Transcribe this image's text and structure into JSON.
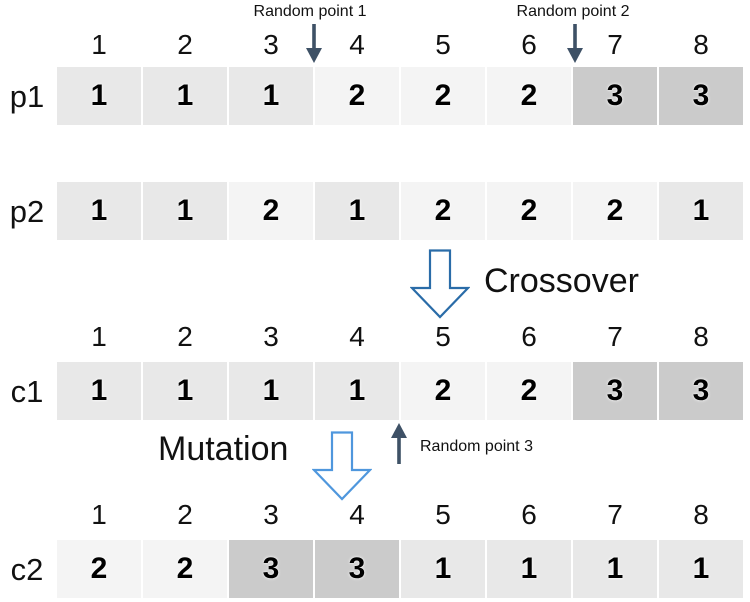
{
  "annotations": {
    "random_point_1": "Random point 1",
    "random_point_2": "Random point 2",
    "random_point_3": "Random point 3"
  },
  "operations": {
    "crossover": "Crossover",
    "mutation": "Mutation"
  },
  "indices": [
    "1",
    "2",
    "3",
    "4",
    "5",
    "6",
    "7",
    "8"
  ],
  "rows": [
    {
      "label": "p1",
      "values": [
        "1",
        "1",
        "1",
        "2",
        "2",
        "2",
        "3",
        "3"
      ]
    },
    {
      "label": "p2",
      "values": [
        "1",
        "1",
        "2",
        "1",
        "2",
        "2",
        "2",
        "1"
      ]
    },
    {
      "label": "c1",
      "values": [
        "1",
        "1",
        "1",
        "1",
        "2",
        "2",
        "3",
        "3"
      ]
    },
    {
      "label": "c2",
      "values": [
        "2",
        "2",
        "3",
        "3",
        "1",
        "1",
        "1",
        "1"
      ]
    }
  ],
  "colors": {
    "value1_cell": "#e8e8e8",
    "value2_cell": "#f4f4f4",
    "value3_cell": "#cbcbcb",
    "point_arrow": "#3e5166",
    "crossover_arrow": "#2a6ca8",
    "mutation_arrow": "#4f97dd"
  }
}
